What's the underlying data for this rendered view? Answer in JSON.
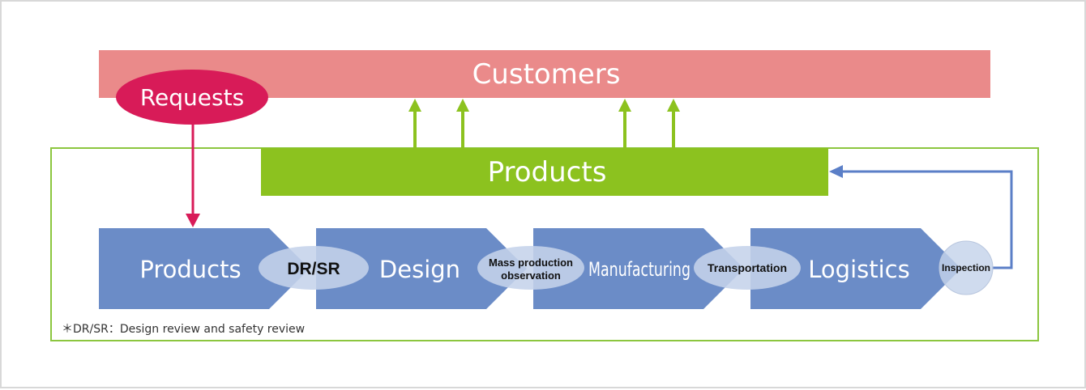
{
  "customers": {
    "label": "Customers"
  },
  "requests": {
    "label": "Requests"
  },
  "products_bar": {
    "label": "Products"
  },
  "steps": [
    {
      "label": "Products"
    },
    {
      "label": "Design"
    },
    {
      "label": "Manufacturing"
    },
    {
      "label": "Logistics"
    }
  ],
  "checkpoints": [
    {
      "lines": [
        "DR/SR"
      ]
    },
    {
      "lines": [
        "Mass production",
        "observation"
      ]
    },
    {
      "lines": [
        "Transportation"
      ]
    },
    {
      "lines": [
        "Inspection"
      ]
    }
  ],
  "footnote": "＊DR/SR：Design review and safety review",
  "colors": {
    "customers": "#ea8a8a",
    "requests": "#d81b58",
    "products": "#8cc21f",
    "frame": "#8cc63f",
    "step": "#6b8cc7",
    "bubble": "#c5d3ea",
    "feedback": "#5b7fc7"
  }
}
